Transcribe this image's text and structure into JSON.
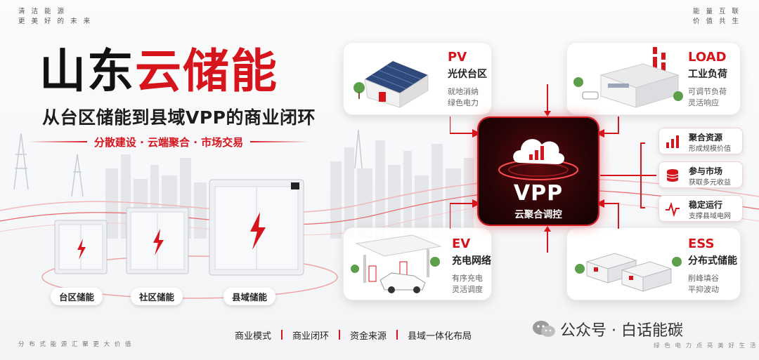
{
  "corner_top_left": [
    "清 洁 能 源",
    "更 美 好 的 未 来"
  ],
  "corner_top_right": [
    "能 量 互 联",
    "价 值 共 生"
  ],
  "corner_bottom_left": "分 布 式 能 源   汇 聚 更 大 价 值",
  "title": {
    "part1": "山东",
    "part2": "云储能"
  },
  "subtitle": "从台区储能到县域VPP的商业闭环",
  "tagline": "分散建设 · 云端聚合 · 市场交易",
  "cabinets": [
    {
      "label": "台区储能"
    },
    {
      "label": "社区储能"
    },
    {
      "label": "县域储能"
    }
  ],
  "cards": {
    "pv": {
      "code": "PV",
      "name": "光伏台区",
      "desc1": "就地消纳",
      "desc2": "绿色电力"
    },
    "load": {
      "code": "LOAD",
      "name": "工业负荷",
      "desc1": "可调节负荷",
      "desc2": "灵活响应"
    },
    "ev": {
      "code": "EV",
      "name": "充电网络",
      "desc1": "有序充电",
      "desc2": "灵活调度"
    },
    "ess": {
      "code": "ESS",
      "name": "分布式储能",
      "desc1": "削峰填谷",
      "desc2": "平抑波动"
    }
  },
  "vpp": {
    "label": "VPP",
    "sub": "云聚合调控"
  },
  "features": [
    {
      "title": "聚合资源",
      "desc": "形成规模价值",
      "icon": "bar-chart-icon"
    },
    {
      "title": "参与市场",
      "desc": "获取多元收益",
      "icon": "coin-stack-icon"
    },
    {
      "title": "稳定运行",
      "desc": "支撑县域电网",
      "icon": "pulse-icon"
    }
  ],
  "bottom_nav": [
    "商业模式",
    "商业闭环",
    "资金来源",
    "县域一体化布局"
  ],
  "wechat": {
    "text": "公众号 · 白话能碳",
    "sub": "绿 色 电 力   点 亮 美 好 生 活"
  },
  "colors": {
    "accent": "#d6141c",
    "dark": "#111111"
  }
}
